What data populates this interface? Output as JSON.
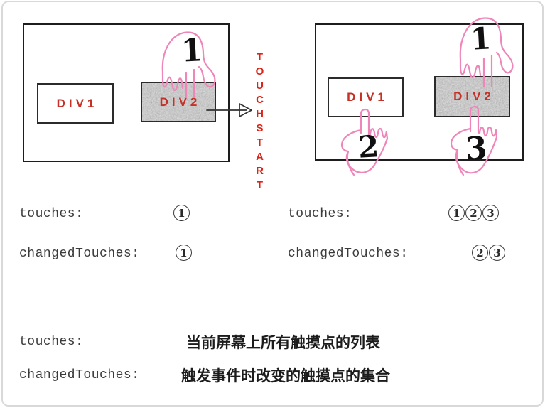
{
  "event": {
    "label": "TOUCHSTART"
  },
  "before_panel": {
    "div1_label": "DIV1",
    "div2_label": "DIV2",
    "hand1_id": "1"
  },
  "after_panel": {
    "div1_label": "DIV1",
    "div2_label": "DIV2",
    "hand1_id": "1",
    "hand2_id": "2",
    "hand3_id": "3"
  },
  "state_rows": {
    "before": {
      "touches_label": "touches:",
      "touches_ids": [
        "1"
      ],
      "changed_label": "changedTouches:",
      "changed_ids": [
        "1"
      ]
    },
    "after": {
      "touches_label": "touches:",
      "touches_ids": [
        "1",
        "2",
        "3"
      ],
      "changed_label": "changedTouches:",
      "changed_ids": [
        "2",
        "3"
      ]
    }
  },
  "legend": {
    "touches_label": "touches:",
    "touches_desc": "当前屏幕上所有触摸点的列表",
    "changed_label": "changedTouches:",
    "changed_desc": "触发事件时改变的触摸点的集合"
  },
  "colors": {
    "event_red": "#dc2518",
    "div_label_red": "#c63026",
    "hand_pink": "#ee86ba",
    "box_ink": "#1d1d1d",
    "texture_gray": "#9a9a9a"
  }
}
